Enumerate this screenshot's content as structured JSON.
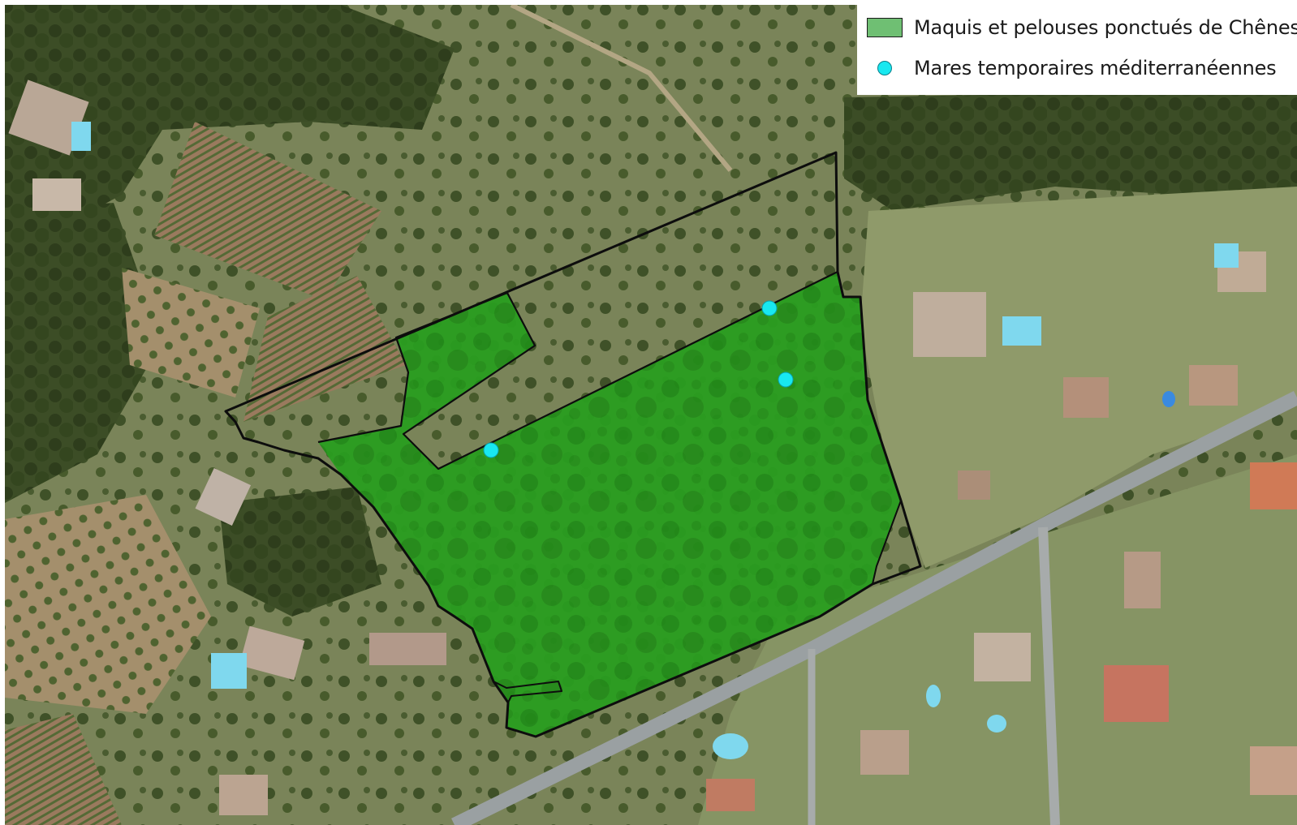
{
  "legend": {
    "items": [
      {
        "label": "Maquis et pelouses ponctués de Chênes",
        "symbol": "polygon",
        "color": "#2fa829",
        "stroke": "#111111"
      },
      {
        "label": "Mares temporaires méditerranéennes",
        "symbol": "point",
        "color": "#18e8f0"
      }
    ]
  },
  "map": {
    "layers": {
      "basemap": "aerial-imagery",
      "habitat_fill": "#26a21e",
      "parcel_outline": "#0d0d0d",
      "pond_color": "#18e8f0"
    }
  }
}
